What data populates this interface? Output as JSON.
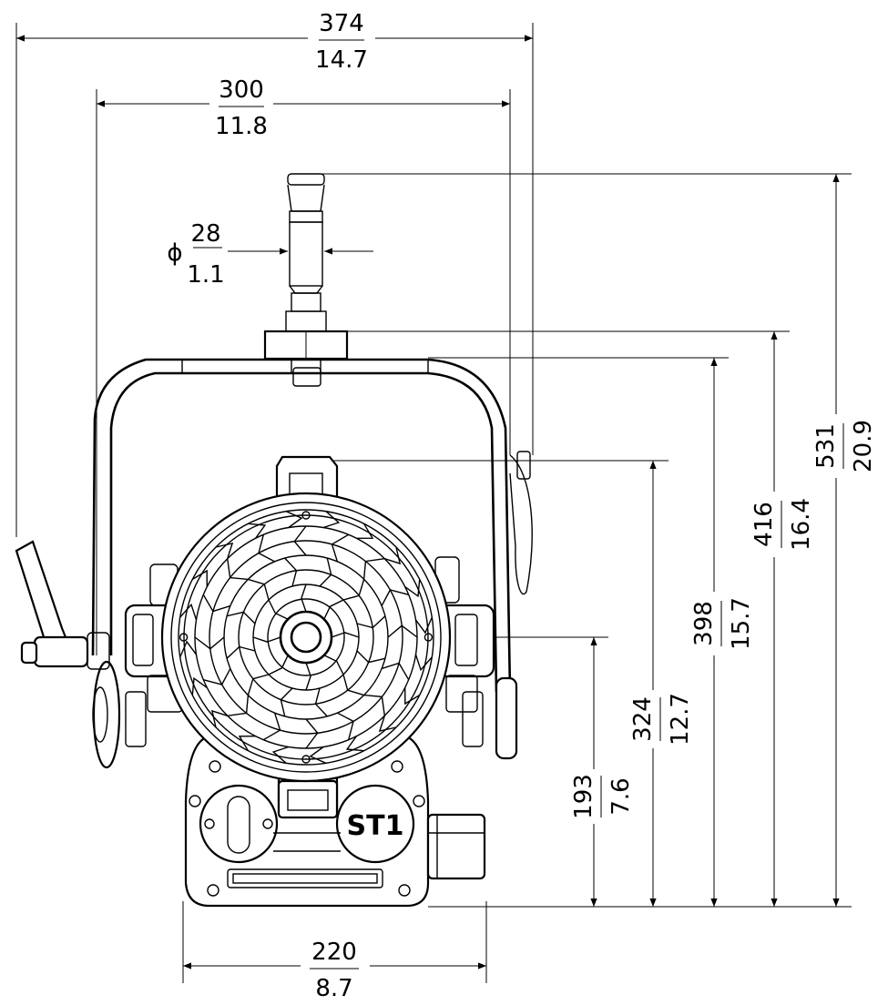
{
  "dimensions": {
    "overall_width": {
      "mm": "374",
      "in": "14.7"
    },
    "yoke_width": {
      "mm": "300",
      "in": "11.8"
    },
    "spigot_diameter": {
      "symbol": "ϕ",
      "mm": "28",
      "in": "1.1"
    },
    "base_width": {
      "mm": "220",
      "in": "8.7"
    },
    "overall_height": {
      "mm": "531",
      "in": "20.9"
    },
    "spigot_base_height": {
      "mm": "416",
      "in": "16.4"
    },
    "yoke_top_height": {
      "mm": "398",
      "in": "15.7"
    },
    "head_top_height": {
      "mm": "324",
      "in": "12.7"
    },
    "lens_center_height": {
      "mm": "193",
      "in": "7.6"
    }
  },
  "labels": {
    "model_badge": "ST1"
  }
}
